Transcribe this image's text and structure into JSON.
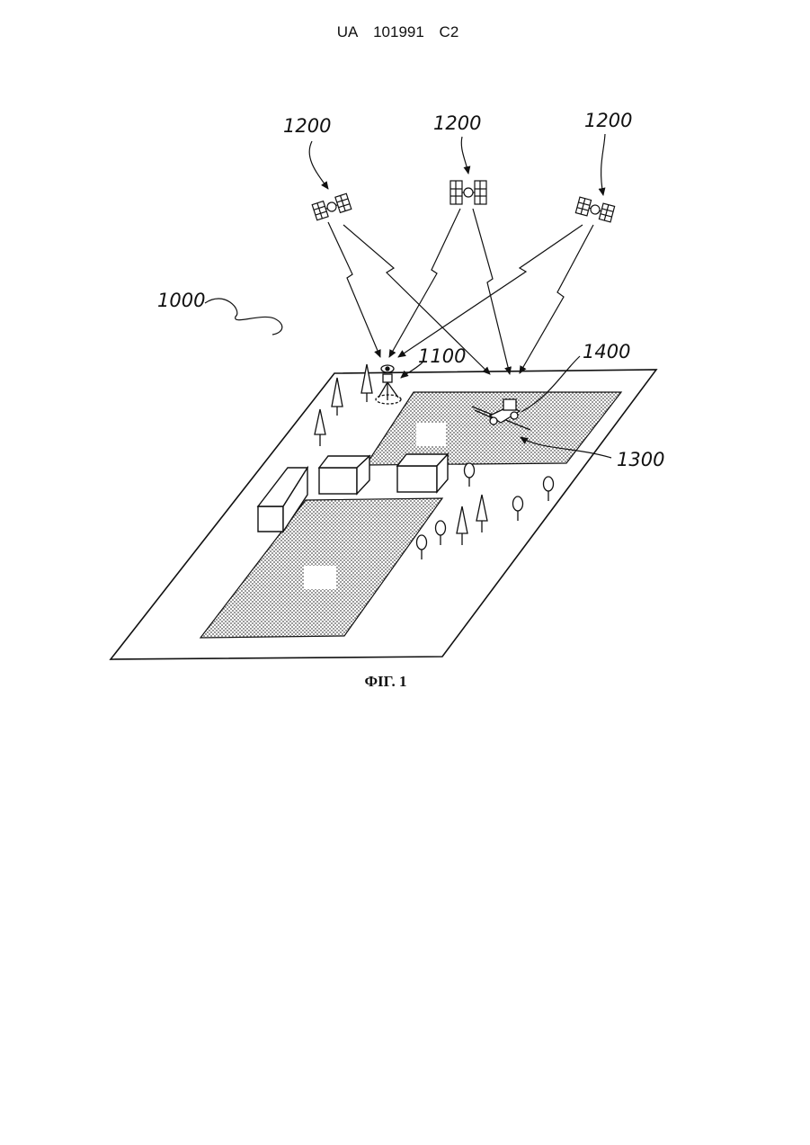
{
  "header": {
    "country": "UA",
    "number": "101991",
    "kind": "C2"
  },
  "figure": {
    "labels": {
      "system": "1000",
      "satellite_1": "1200",
      "satellite_2": "1200",
      "satellite_3": "1200",
      "base_station": "1100",
      "vehicle": "1400",
      "field": "1300"
    },
    "caption": "ФІГ. 1"
  }
}
